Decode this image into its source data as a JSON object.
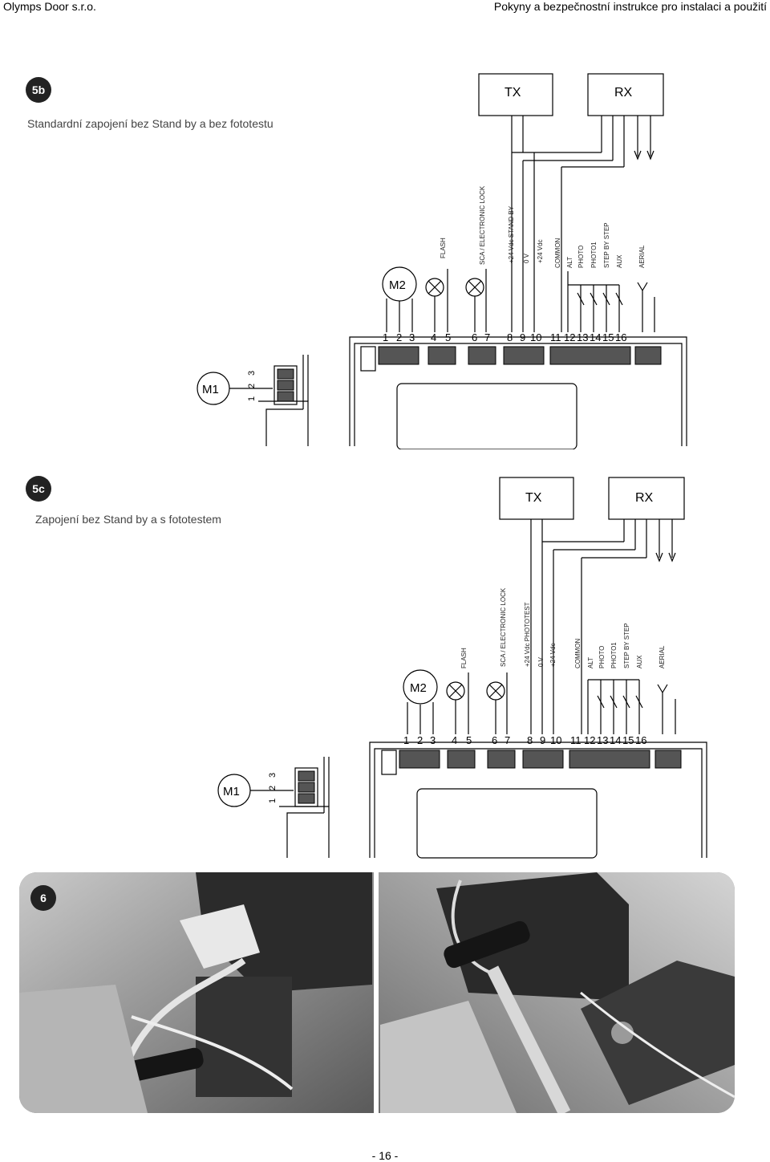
{
  "header": {
    "company": "Olymps Door s.r.o.",
    "doc_title": "Pokyny a bezpečnostní instrukce pro instalaci a použití"
  },
  "fig5b": {
    "badge": "5b",
    "caption": "Standardní zapojení bez Stand by a bez fototestu",
    "tx": "TX",
    "rx": "RX",
    "m1": "M1",
    "m2": "M2",
    "terminal_numbers": [
      "1",
      "2",
      "3",
      "4",
      "5",
      "6",
      "7",
      "8",
      "9",
      "10",
      "11",
      "12",
      "13",
      "14",
      "15",
      "16"
    ],
    "m1_terminals": [
      "1",
      "2",
      "3"
    ],
    "labels": {
      "flash": "FLASH",
      "sca": "SCA / ELECTRONIC LOCK",
      "v24_standby": "+24 Vdc STAND BY",
      "zero_v": "0 V",
      "v24": "+24 Vdc",
      "common": "COMMON",
      "alt": "ALT",
      "photo": "PHOTO",
      "photo1": "PHOTO1",
      "step": "STEP BY STEP",
      "aux": "AUX",
      "aerial": "AERIAL"
    }
  },
  "fig5c": {
    "badge": "5c",
    "caption": "Zapojení bez Stand by a s fototestem",
    "tx": "TX",
    "rx": "RX",
    "m1": "M1",
    "m2": "M2",
    "terminal_numbers": [
      "1",
      "2",
      "3",
      "4",
      "5",
      "6",
      "7",
      "8",
      "9",
      "10",
      "11",
      "12",
      "13",
      "14",
      "15",
      "16"
    ],
    "m1_terminals": [
      "1",
      "2",
      "3"
    ],
    "labels": {
      "flash": "FLASH",
      "sca": "SCA / ELECTRONIC LOCK",
      "v24_phototest": "+24 Vdc PHOTOTEST",
      "zero_v": "0 V",
      "v24": "+24 Vdc",
      "common": "COMMON",
      "alt": "ALT",
      "photo": "PHOTO",
      "photo1": "PHOTO1",
      "step": "STEP BY STEP",
      "aux": "AUX",
      "aerial": "AERIAL"
    }
  },
  "fig6": {
    "badge": "6"
  },
  "footer": {
    "page_number": "- 16 -"
  }
}
